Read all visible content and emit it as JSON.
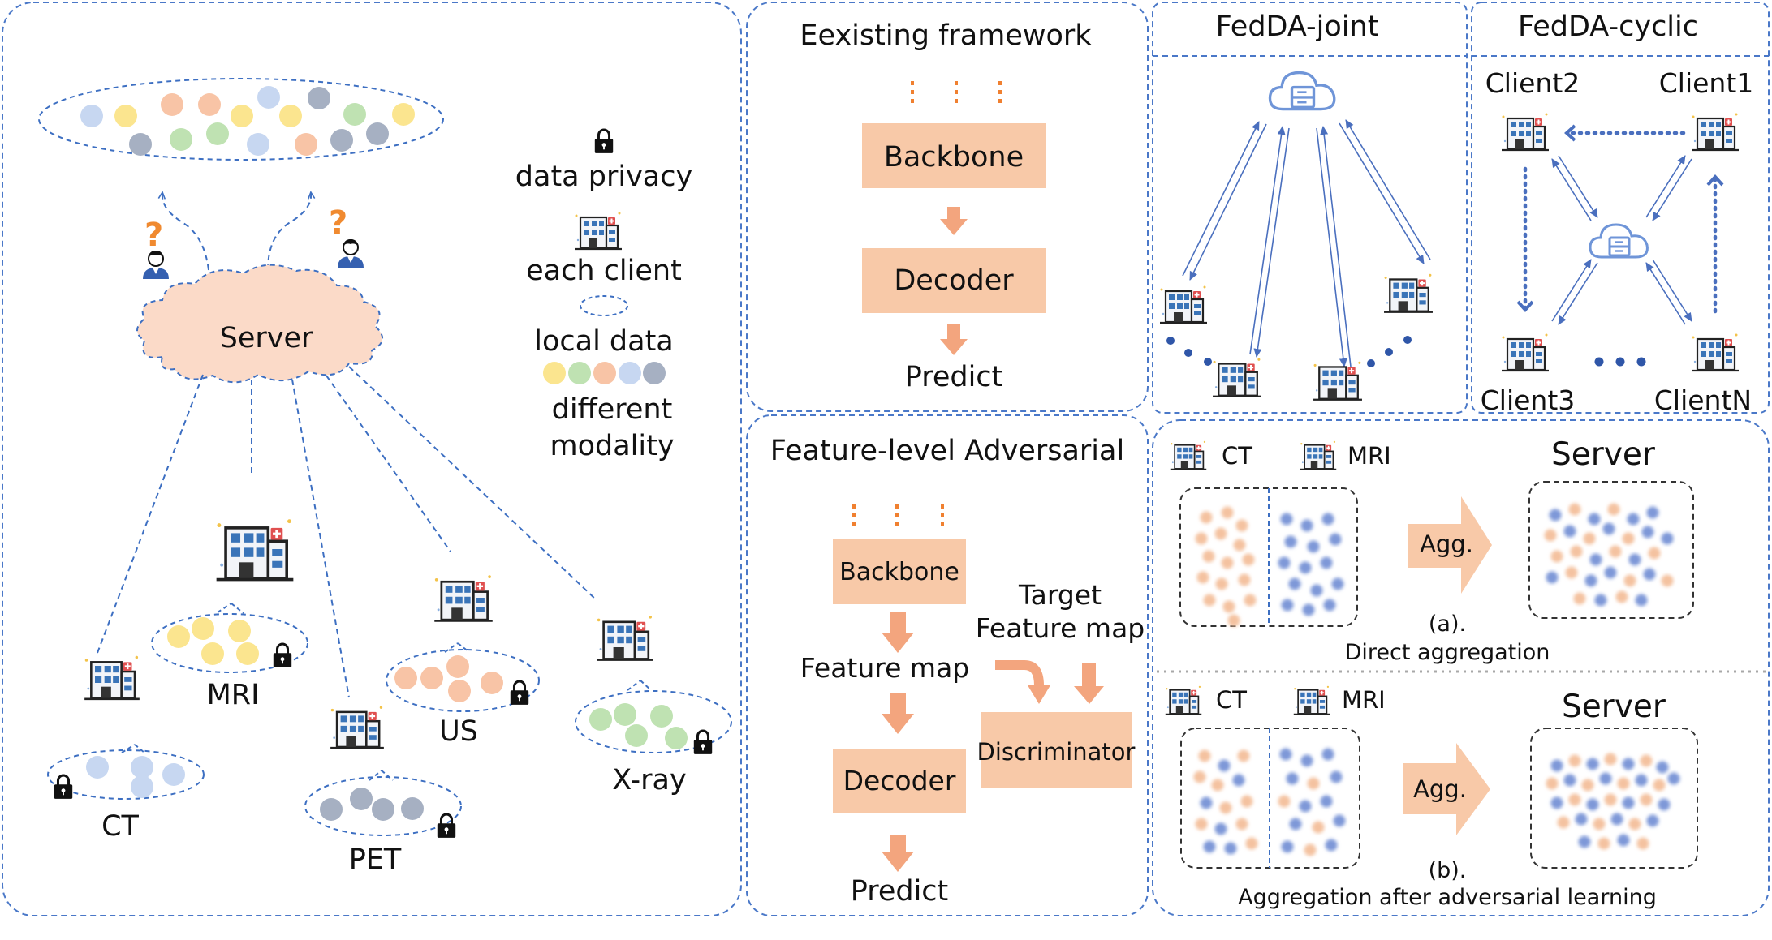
{
  "colors": {
    "panel_border": "#4a78c8",
    "dashed_line": "#3d6fc2",
    "arrow_blue": "#4a6fbe",
    "box_fill": "#f8c9a8",
    "arrow_orange": "#f3a57e",
    "dots_orange": "#f08030",
    "server_cloud": "#fbdac8",
    "modality_yellow": "#fbe58f",
    "modality_green": "#bfe2b2",
    "modality_orange": "#f8c4a6",
    "modality_blue": "#c7d7f1",
    "modality_gray": "#a6b0c2"
  },
  "left_panel": {
    "server_label": "Server",
    "question_mark": "?",
    "legend": {
      "privacy": "data privacy",
      "client": "each client",
      "local_data": "local data",
      "modality_line1": "different",
      "modality_line2": "modality"
    },
    "clients": [
      {
        "label": "CT",
        "color": "modality_blue"
      },
      {
        "label": "MRI",
        "color": "modality_yellow"
      },
      {
        "label": "PET",
        "color": "modality_gray"
      },
      {
        "label": "US",
        "color": "modality_orange"
      },
      {
        "label": "X-ray",
        "color": "modality_green"
      }
    ]
  },
  "existing": {
    "title": "Eexisting framework",
    "backbone": "Backbone",
    "decoder": "Decoder",
    "predict": "Predict"
  },
  "adversarial": {
    "title": "Feature-level Adversarial",
    "backbone": "Backbone",
    "feature_map": "Feature map",
    "decoder": "Decoder",
    "predict": "Predict",
    "target_line1": "Target",
    "target_line2": "Feature map",
    "discriminator": "Discriminator"
  },
  "fedda_joint": {
    "title": "FedDA-joint"
  },
  "fedda_cyclic": {
    "title": "FedDA-cyclic",
    "client2": "Client2",
    "client1": "Client1",
    "client3": "Client3",
    "clientN": "ClientN"
  },
  "aggregation": {
    "a": {
      "ct": "CT",
      "mri": "MRI",
      "server": "Server",
      "agg": "Agg.",
      "label": "(a).",
      "caption": "Direct aggregation"
    },
    "b": {
      "ct": "CT",
      "mri": "MRI",
      "server": "Server",
      "agg": "Agg.",
      "label": "(b).",
      "caption": "Aggregation after adversarial learning"
    }
  }
}
